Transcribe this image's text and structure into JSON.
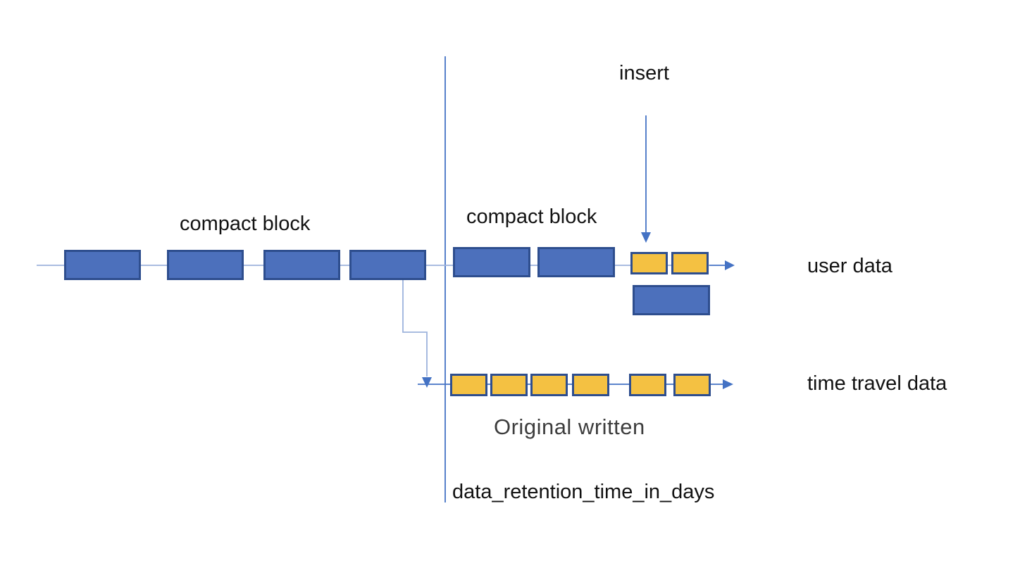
{
  "diagram": {
    "title_context": "time travel data retention diagram",
    "labels": {
      "compact_block_left": "compact block",
      "compact_block_right": "compact block",
      "insert": "insert",
      "user_data": "user data",
      "time_travel_data": "time travel data",
      "original_written": "Original written",
      "data_retention": "data_retention_time_in_days"
    },
    "colors": {
      "block_blue_fill": "#4C70BC",
      "block_yellow_fill": "#F4C142",
      "block_border": "#2E4E8E",
      "line_light": "#9DB3DC",
      "line_medium": "#4472C4",
      "text_black": "#121212",
      "text_gray": "#3D3D3D"
    },
    "rows": {
      "user_data_row": {
        "left_compact_blue_blocks": 4,
        "right_compact_blue_blocks": 2,
        "inserted_yellow_blocks": 2,
        "inserted_blue_block_below": 1
      },
      "time_travel_row": {
        "yellow_blocks": 6
      }
    },
    "annotations": {
      "insert_arrow": "points down onto inserted yellow blocks",
      "elbow_arrow": "from 4th compact blue block down to time travel line",
      "divider_line": "vertical boundary labeled data_retention_time_in_days"
    }
  }
}
